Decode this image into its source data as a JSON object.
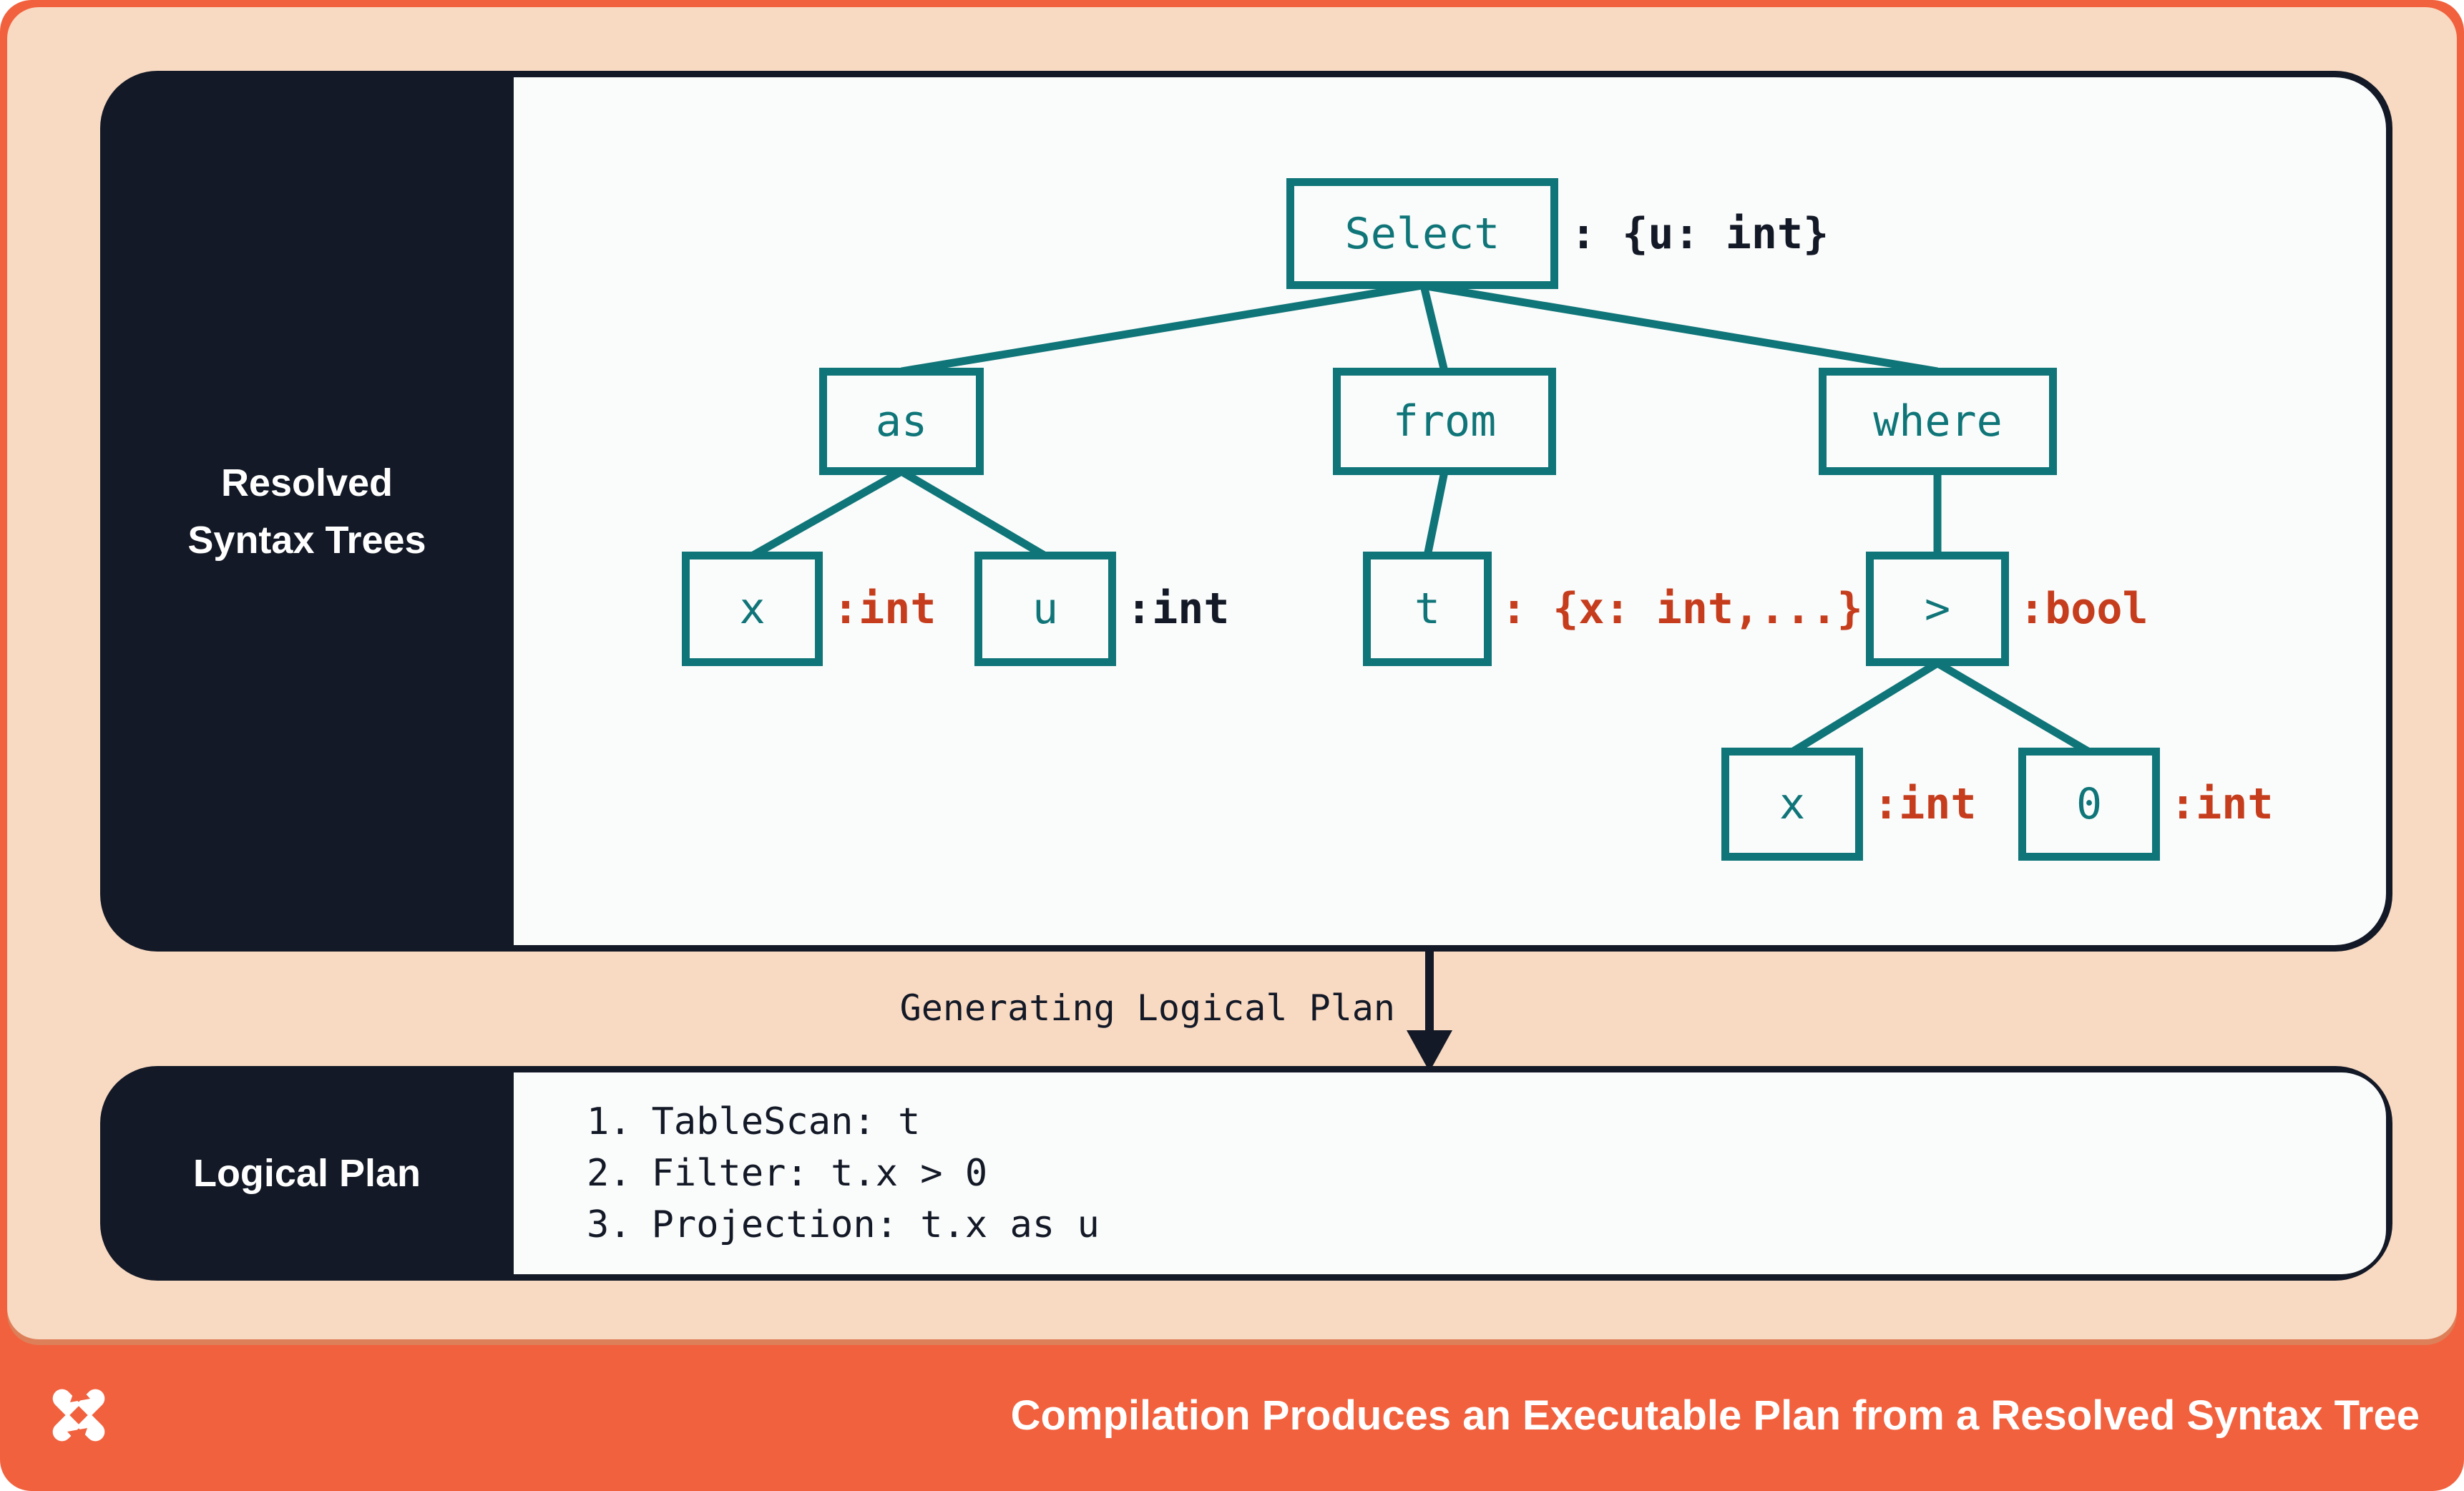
{
  "colors": {
    "coral": "#F2613E",
    "coral_seam": "#DD8059",
    "peach": "#F8D9C2",
    "navy": "#131926",
    "teal": "#0F7578",
    "red_annotation": "#C63D1D",
    "panel_white": "#FAFBFB"
  },
  "resolved_panel": {
    "label_line1": "Resolved",
    "label_line2": "Syntax Trees"
  },
  "tree": {
    "nodes": {
      "select": {
        "label": "Select",
        "annotation": ": {u: int}",
        "annotation_color": "navy"
      },
      "as": {
        "label": "as"
      },
      "from": {
        "label": "from"
      },
      "where": {
        "label": "where"
      },
      "x1": {
        "label": "x",
        "annotation": ":int",
        "annotation_color": "red"
      },
      "u": {
        "label": "u",
        "annotation": ":int",
        "annotation_color": "navy"
      },
      "t": {
        "label": "t",
        "annotation": ": {x: int,...}",
        "annotation_color": "red"
      },
      "gt": {
        "label": ">",
        "annotation": ":bool",
        "annotation_color": "red"
      },
      "x2": {
        "label": "x",
        "annotation": ":int",
        "annotation_color": "red"
      },
      "zero": {
        "label": "0",
        "annotation": ":int",
        "annotation_color": "red"
      }
    },
    "edges": [
      [
        "select",
        "as"
      ],
      [
        "select",
        "from"
      ],
      [
        "select",
        "where"
      ],
      [
        "as",
        "x1"
      ],
      [
        "as",
        "u"
      ],
      [
        "from",
        "t"
      ],
      [
        "where",
        "gt"
      ],
      [
        "gt",
        "x2"
      ],
      [
        "gt",
        "zero"
      ]
    ]
  },
  "transition": {
    "label": "Generating Logical Plan"
  },
  "logical_plan": {
    "panel_label": "Logical Plan",
    "steps": [
      {
        "num": "1.",
        "text": "TableScan: t"
      },
      {
        "num": "2.",
        "text": "Filter: t.x > 0"
      },
      {
        "num": "3.",
        "text": "Projection: t.x as u"
      }
    ]
  },
  "footer": {
    "caption": "Compilation Produces an Executable Plan from a Resolved Syntax Tree",
    "logo": "pinwheel-x-logo"
  }
}
